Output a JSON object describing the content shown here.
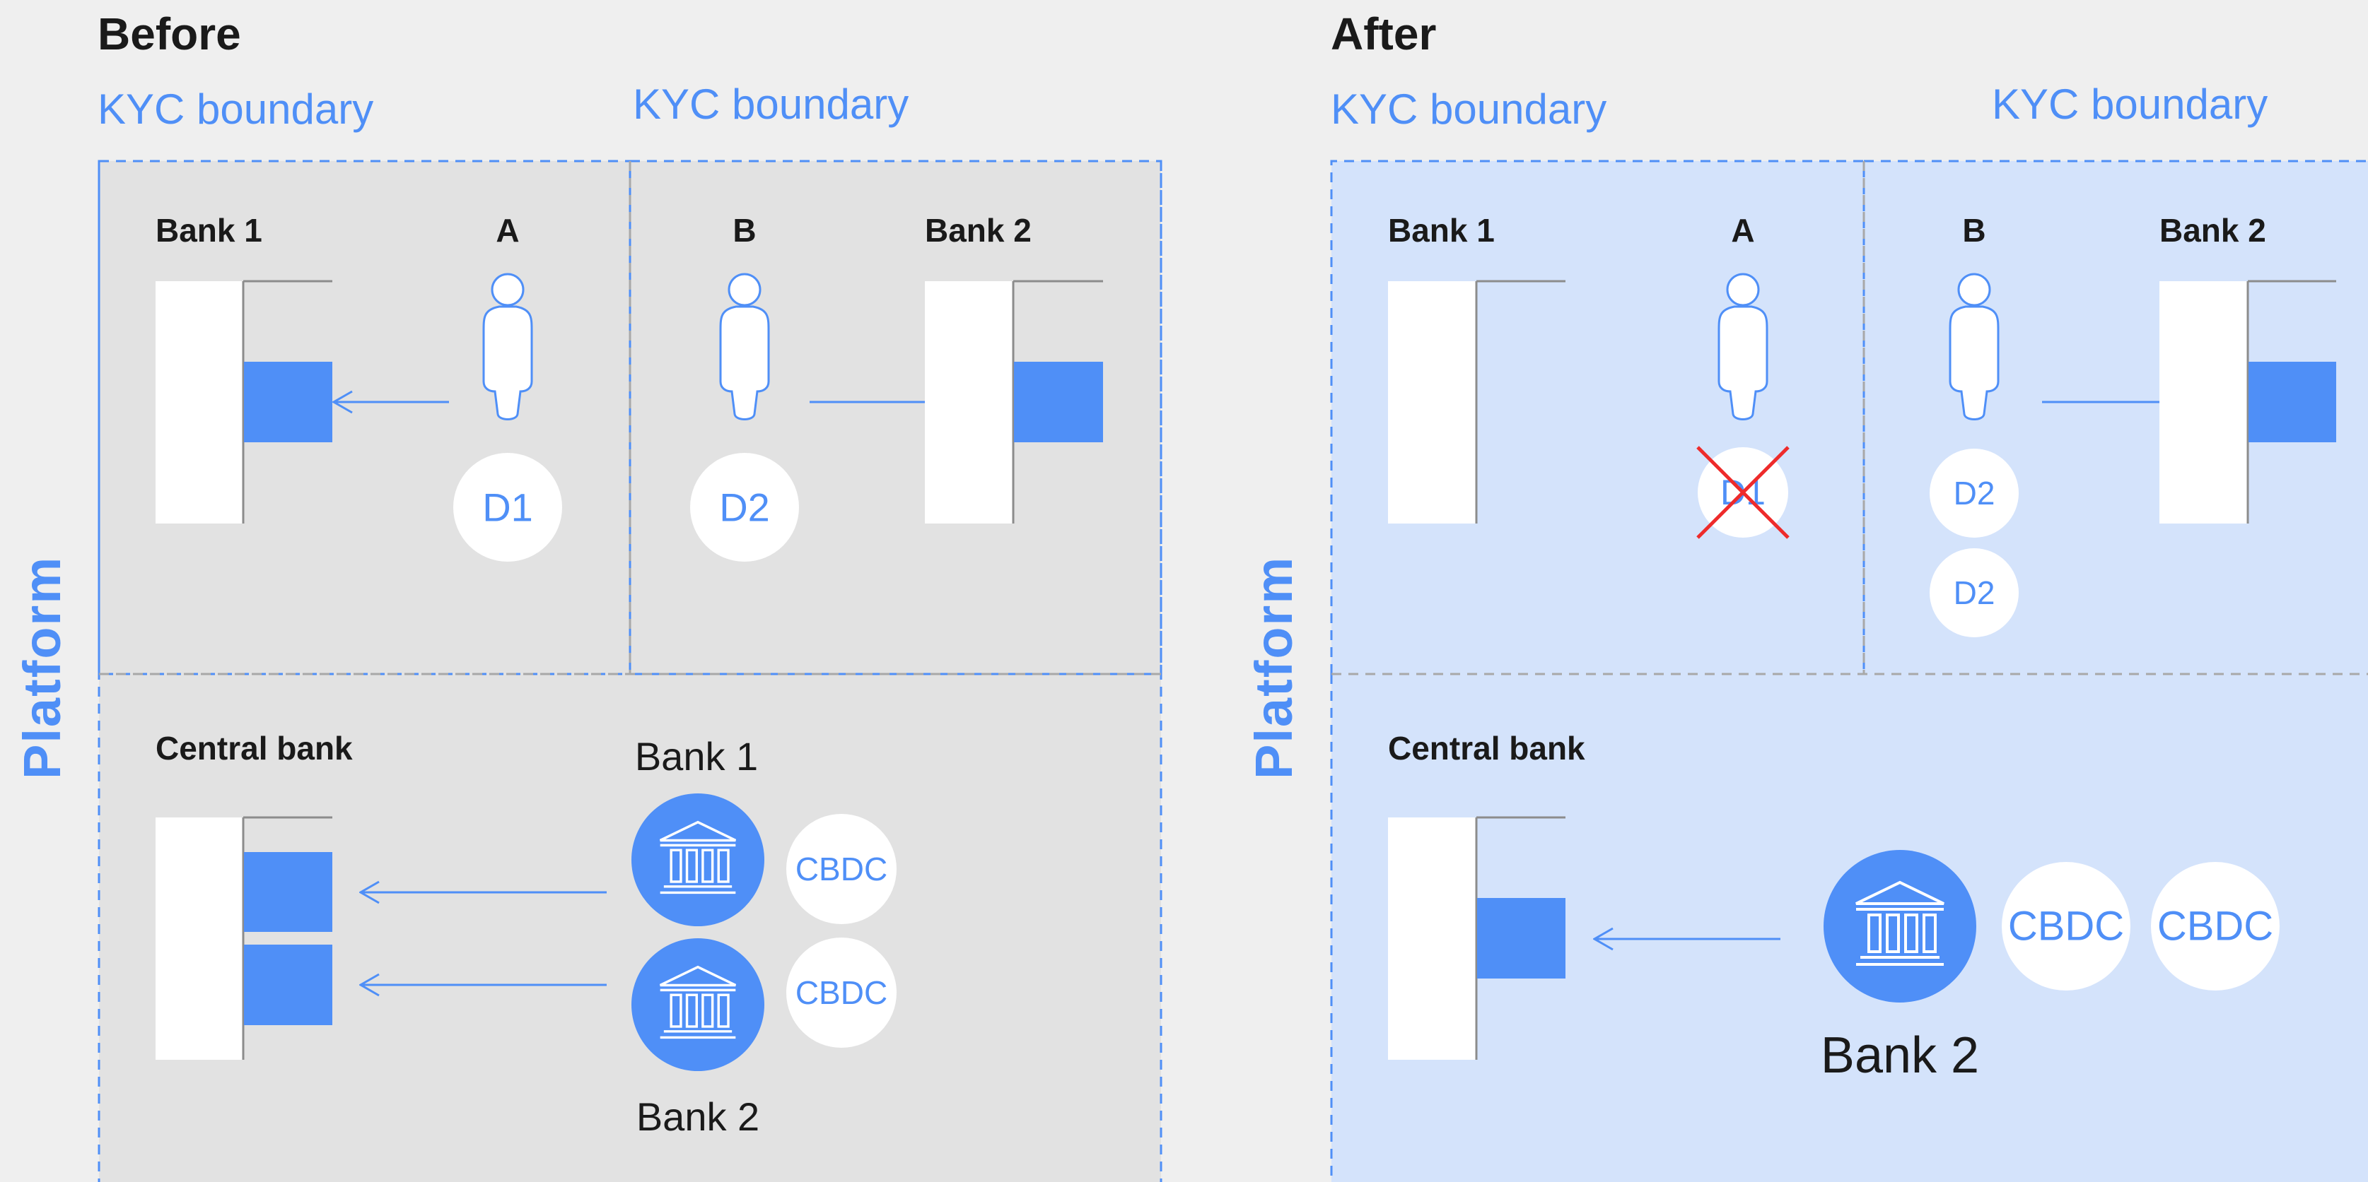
{
  "colors": {
    "accent": "#4f8ff7",
    "before_panel": "#e2e2e2",
    "after_panel": "#d4e3fb",
    "page_background": "#efefef",
    "cross": "#ee2b2b"
  },
  "before": {
    "heading": "Before",
    "kyc_left": "KYC boundary",
    "kyc_right": "KYC boundary",
    "platform_label": "Platform",
    "bank1_label": "Bank 1",
    "user_a_label": "A",
    "user_b_label": "B",
    "bank2_label": "Bank 2",
    "deposit_a": "D1",
    "deposit_b": "D2",
    "central_bank_label": "Central bank",
    "cb_bank1_label": "Bank 1",
    "cb_bank2_label": "Bank 2",
    "cbdc_1": "CBDC",
    "cbdc_2": "CBDC"
  },
  "after": {
    "heading": "After",
    "kyc_left": "KYC boundary",
    "kyc_right": "KYC boundary",
    "platform_label": "Platform",
    "bank1_label": "Bank 1",
    "user_a_label": "A",
    "user_b_label": "B",
    "bank2_label": "Bank 2",
    "deposit_a_removed": "D1",
    "deposit_b_1": "D2",
    "deposit_b_2": "D2",
    "central_bank_label": "Central bank",
    "cb_bank2_label": "Bank 2",
    "cbdc_1": "CBDC",
    "cbdc_2": "CBDC"
  }
}
